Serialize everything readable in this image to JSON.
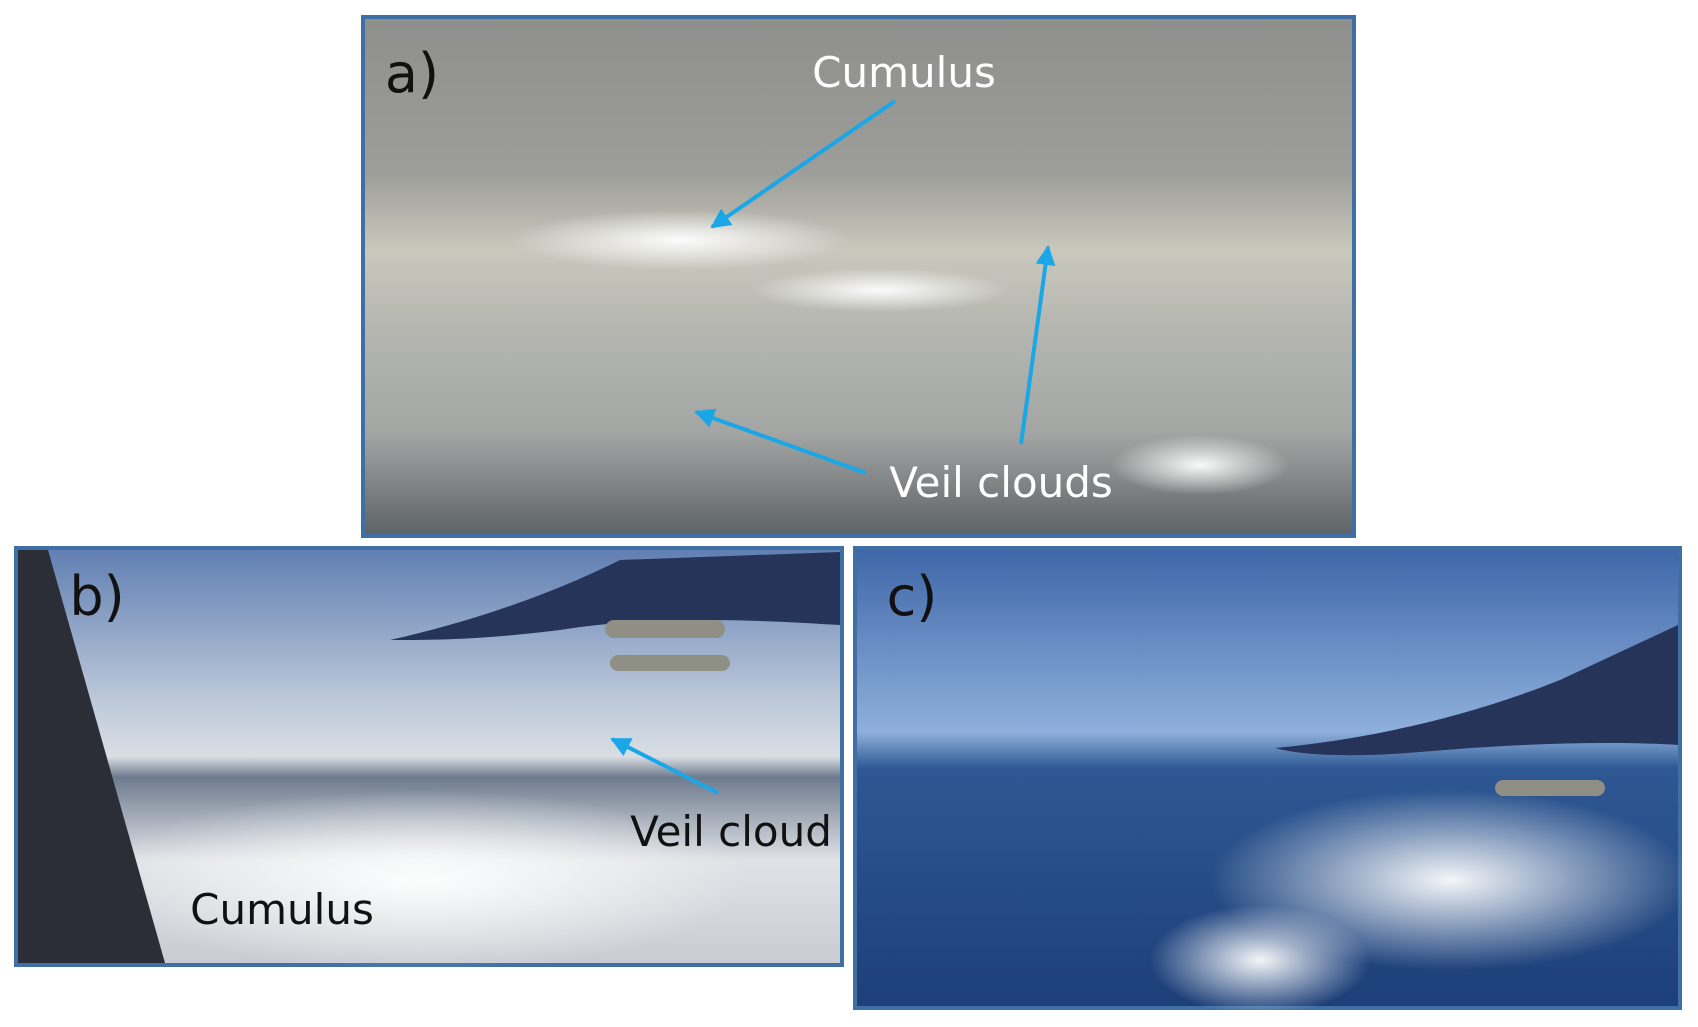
{
  "panels": [
    {
      "id": "a",
      "label": "a)",
      "annotations": [
        "Cumulus",
        "Veil clouds"
      ]
    },
    {
      "id": "b",
      "label": "b)",
      "annotations": [
        "Veil cloud",
        "Cumulus"
      ]
    },
    {
      "id": "c",
      "label": "c)",
      "annotations": []
    }
  ],
  "colors": {
    "frame": "#3f6fa5",
    "arrow": "#1aa7e8",
    "text_light": "#ffffff",
    "text_dark": "#111111"
  }
}
